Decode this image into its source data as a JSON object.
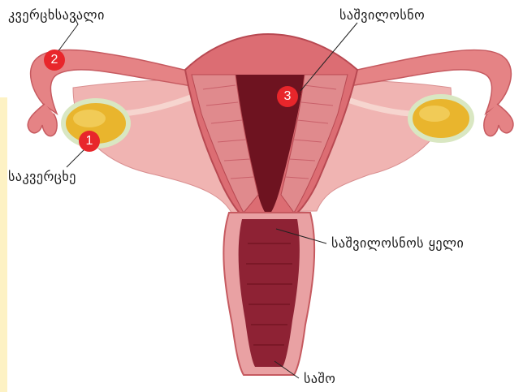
{
  "labels": {
    "fallopian_tube": "კვერცხსავალი",
    "uterus": "საშვილოსნო",
    "ovary": "საკვერცხე",
    "cervix": "საშვილოსნოს ყელი",
    "vagina": "საშო"
  },
  "badges": {
    "fallopian_tube": "2",
    "ovary": "1",
    "uterus": "3"
  },
  "colors": {
    "badge": "#e8262b",
    "tissue": "#e07a7c",
    "tissue_dark": "#c24e55",
    "cavity": "#6e1320",
    "ovary": "#e8b62c",
    "leader_line": "#222222"
  }
}
